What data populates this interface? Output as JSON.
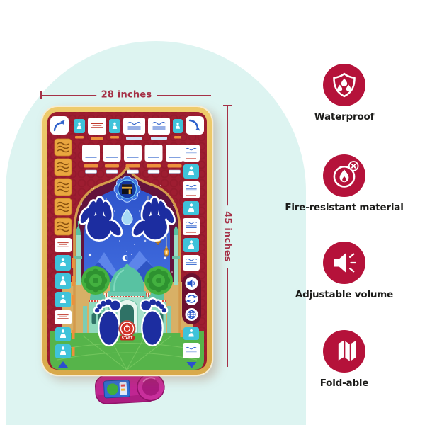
{
  "product": {
    "dimensions": {
      "width_label": "28 inches",
      "height_label": "45 inches"
    },
    "start_button_label": "START"
  },
  "features": [
    {
      "label": "Waterproof",
      "icon": "shield-water-drops-icon"
    },
    {
      "label": "Fire-resistant material",
      "icon": "flame-crossed-icon"
    },
    {
      "label": "Adjustable volume",
      "icon": "speaker-volume-icon"
    },
    {
      "label": "Fold-able",
      "icon": "folded-map-icon"
    }
  ],
  "colors": {
    "feature_accent": "#b5123a",
    "arch_background": "#ddf4f1",
    "dimension_annotation": "#a53147",
    "mat_red": "#9e1d31",
    "mat_border_gold": "#e5ba5c",
    "tile_teal": "#3fc3da",
    "hand_foot_blue": "#1c2da0",
    "grass_green": "#56b44a",
    "start_button_red": "#d32f23",
    "speaker_magenta": "#c02692"
  }
}
